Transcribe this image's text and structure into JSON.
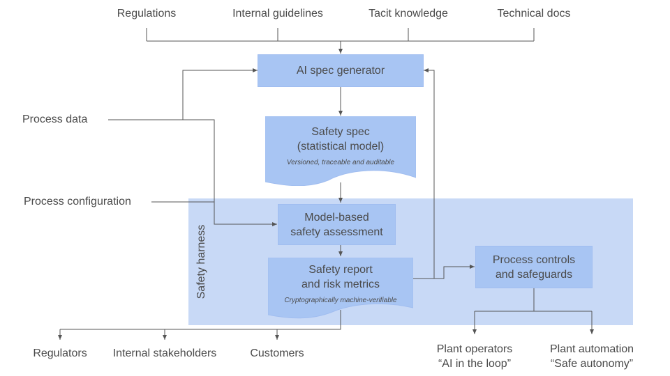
{
  "inputs": {
    "regulations": "Regulations",
    "internal_guidelines": "Internal guidelines",
    "tacit_knowledge": "Tacit knowledge",
    "technical_docs": "Technical docs"
  },
  "side_inputs": {
    "process_data": "Process data",
    "process_configuration": "Process configuration"
  },
  "boxes": {
    "ai_spec_generator": "AI spec generator",
    "safety_spec_line1": "Safety spec",
    "safety_spec_line2": "(statistical model)",
    "safety_spec_sub": "Versioned, traceable and auditable",
    "assessment_line1": "Model-based",
    "assessment_line2": "safety assessment",
    "report_line1": "Safety report",
    "report_line2": "and risk metrics",
    "report_sub": "Cryptographically machine-verifiable",
    "controls_line1": "Process controls",
    "controls_line2": "and safeguards"
  },
  "harness_label": "Safety harness",
  "outputs": {
    "regulators": "Regulators",
    "internal_stakeholders": "Internal stakeholders",
    "customers": "Customers",
    "plant_operators_line1": "Plant operators",
    "plant_operators_line2": "“AI in the loop”",
    "plant_automation_line1": "Plant automation",
    "plant_automation_line2": "“Safe autonomy”"
  },
  "colors": {
    "box_fill": "#a8c5f3",
    "harness_fill": "#c8d9f6",
    "line": "#555555",
    "text": "#4a4a4a"
  }
}
